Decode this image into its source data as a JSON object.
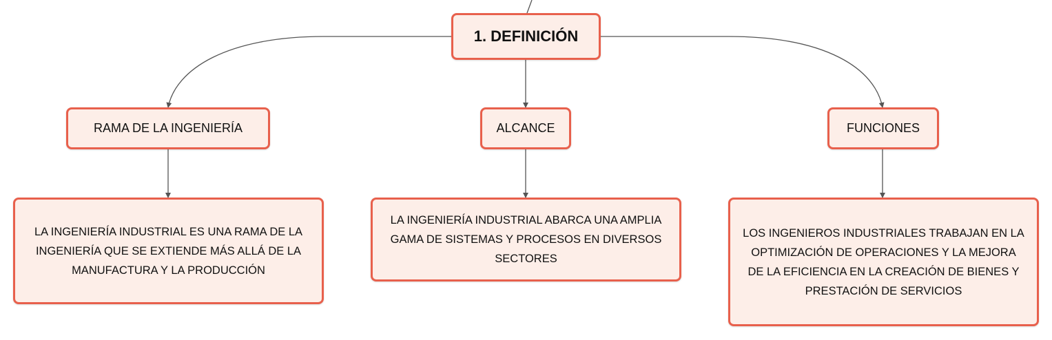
{
  "root": {
    "label": "1. DEFINICIÓN"
  },
  "branches": [
    {
      "label": "RAMA DE LA INGENIERÍA",
      "detail": "LA INGENIERÍA INDUSTRIAL ES UNA RAMA DE LA INGENIERÍA QUE SE EXTIENDE MÁS ALLÁ DE LA MANUFACTURA Y LA PRODUCCIÓN"
    },
    {
      "label": "ALCANCE",
      "detail": "LA INGENIERÍA INDUSTRIAL ABARCA UNA AMPLIA GAMA DE SISTEMAS Y PROCESOS EN DIVERSOS SECTORES"
    },
    {
      "label": "FUNCIONES",
      "detail": "LOS INGENIEROS INDUSTRIALES TRABAJAN EN LA OPTIMIZACIÓN DE OPERACIONES Y LA MEJORA DE LA EFICIENCIA EN LA CREACIÓN DE BIENES Y PRESTACIÓN DE SERVICIOS"
    }
  ],
  "colors": {
    "node_border": "#e8604c",
    "node_fill": "#fdeee8",
    "connector": "#555555"
  }
}
